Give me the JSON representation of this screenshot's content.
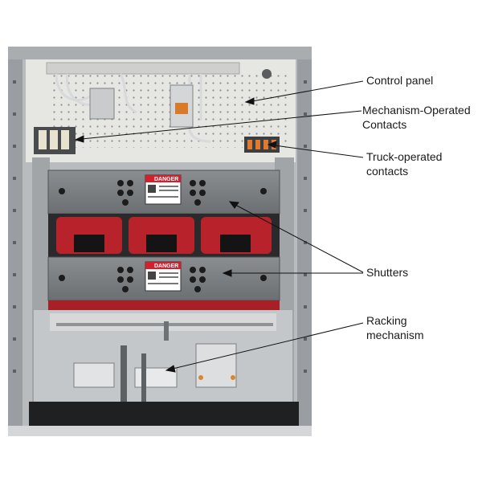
{
  "callouts": {
    "control_panel": {
      "lines": [
        "Control panel"
      ]
    },
    "mechanism_operated_contacts": {
      "lines": [
        "Mechanism-Operated",
        "Contacts"
      ]
    },
    "truck_operated_contacts": {
      "lines": [
        "Truck-operated",
        "contacts"
      ]
    },
    "shutters": {
      "lines": [
        "Shutters"
      ]
    },
    "racking_mechanism": {
      "lines": [
        "Racking",
        "mechanism"
      ]
    }
  },
  "warning_signs": {
    "upper": {
      "heading": "DANGER"
    },
    "lower": {
      "heading": "DANGER"
    }
  },
  "colors": {
    "cabinet_frame": "#b9bcbf",
    "back_panel": "#e6e6e3",
    "shutter": "#7c7f82",
    "bushing_red": "#b8232b",
    "danger_red": "#d2202f",
    "leader_line": "#111111"
  }
}
